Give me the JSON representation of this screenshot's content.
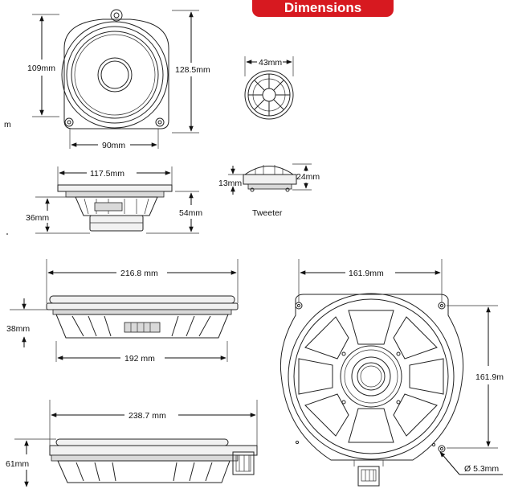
{
  "header": {
    "title": "Dimensions"
  },
  "labels": {
    "mid_height": "109mm",
    "mid_total_height": "128.5mm",
    "mid_width": "90mm",
    "mid_side_width": "117.5mm",
    "mid_mount_depth": "36mm",
    "mid_depth": "54mm",
    "left_cut": "m",
    "tweeter_diameter": "43mm",
    "tweeter_mount": "13mm",
    "tweeter_depth": "24mm",
    "tweeter_caption": "Tweeter",
    "sub_outer_width": "216.8 mm",
    "sub_mount_depth": "38mm",
    "sub_body_width": "192 mm",
    "sub_frame_width": "238.7 mm",
    "sub_depth": "61mm",
    "sub_hole_spacing_h": "161.9mm",
    "sub_hole_spacing_v": "161.9m",
    "sub_hole_diameter": "Ø 5.3mm"
  }
}
